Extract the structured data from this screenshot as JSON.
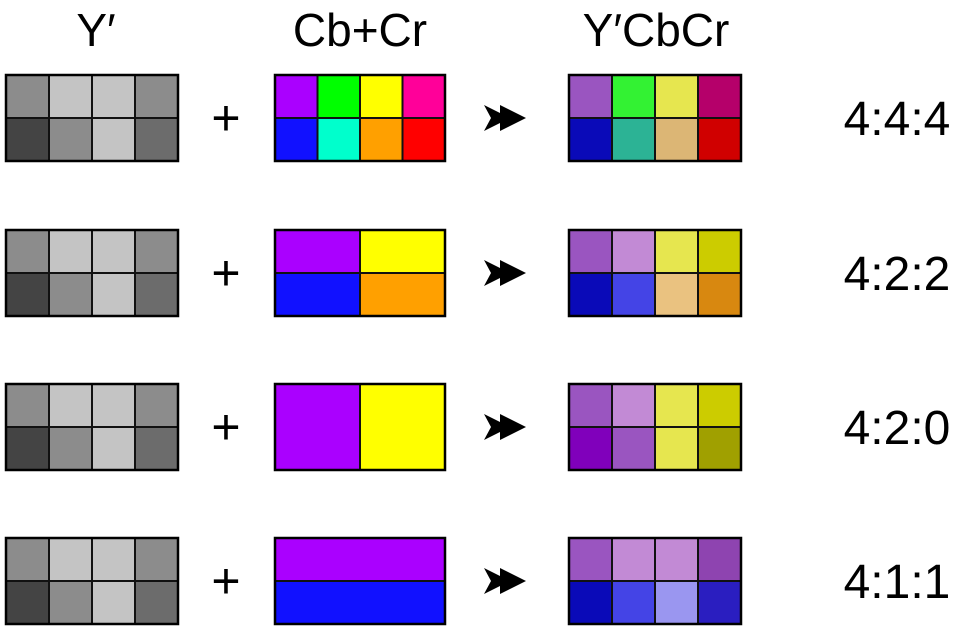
{
  "headers": {
    "luma": "Y′",
    "chroma": "Cb+Cr",
    "result": "Y′CbCr"
  },
  "operators": {
    "plus": "+"
  },
  "rows": [
    {
      "scheme": "4:4:4",
      "luma": [
        [
          "#8c8c8c",
          "#c4c4c4",
          "#c4c4c4",
          "#8c8c8c"
        ],
        [
          "#444444",
          "#8c8c8c",
          "#c4c4c4",
          "#6c6c6c"
        ]
      ],
      "chroma_cols": 4,
      "chroma_rows": 2,
      "chroma": [
        [
          "#aa00ff",
          "#00ff00",
          "#ffff00",
          "#ff0099"
        ],
        [
          "#1111ff",
          "#00ffcc",
          "#ffa000",
          "#ff0000"
        ]
      ],
      "result": [
        [
          "#9a55c0",
          "#33f233",
          "#e6e64f",
          "#b5006a"
        ],
        [
          "#0a0ab8",
          "#2cb395",
          "#dcb675",
          "#d00000"
        ]
      ]
    },
    {
      "scheme": "4:2:2",
      "luma": [
        [
          "#8c8c8c",
          "#c4c4c4",
          "#c4c4c4",
          "#8c8c8c"
        ],
        [
          "#444444",
          "#8c8c8c",
          "#c4c4c4",
          "#6c6c6c"
        ]
      ],
      "chroma_cols": 2,
      "chroma_rows": 2,
      "chroma": [
        [
          "#aa00ff",
          "#ffff00"
        ],
        [
          "#1111ff",
          "#ffa000"
        ]
      ],
      "result": [
        [
          "#9a55c0",
          "#c28ad5",
          "#e6e64f",
          "#cccc00"
        ],
        [
          "#0a0ab8",
          "#4444e6",
          "#eac280",
          "#d88810"
        ]
      ]
    },
    {
      "scheme": "4:2:0",
      "luma": [
        [
          "#8c8c8c",
          "#c4c4c4",
          "#c4c4c4",
          "#8c8c8c"
        ],
        [
          "#444444",
          "#8c8c8c",
          "#c4c4c4",
          "#6c6c6c"
        ]
      ],
      "chroma_cols": 2,
      "chroma_rows": 1,
      "chroma": [
        [
          "#aa00ff",
          "#ffff00"
        ]
      ],
      "result": [
        [
          "#9a55c0",
          "#c28ad5",
          "#e6e64f",
          "#cccc00"
        ],
        [
          "#8000bb",
          "#9a55c0",
          "#e6e64f",
          "#a0a000"
        ]
      ]
    },
    {
      "scheme": "4:1:1",
      "luma": [
        [
          "#8c8c8c",
          "#c4c4c4",
          "#c4c4c4",
          "#8c8c8c"
        ],
        [
          "#444444",
          "#8c8c8c",
          "#c4c4c4",
          "#6c6c6c"
        ]
      ],
      "chroma_cols": 1,
      "chroma_rows": 2,
      "chroma": [
        [
          "#aa00ff"
        ],
        [
          "#1111ff"
        ]
      ],
      "result": [
        [
          "#9a55c0",
          "#c28ad5",
          "#c28ad5",
          "#8e44b0"
        ],
        [
          "#0a0ab8",
          "#4444e6",
          "#9a96f0",
          "#2a1ec0"
        ]
      ]
    }
  ]
}
